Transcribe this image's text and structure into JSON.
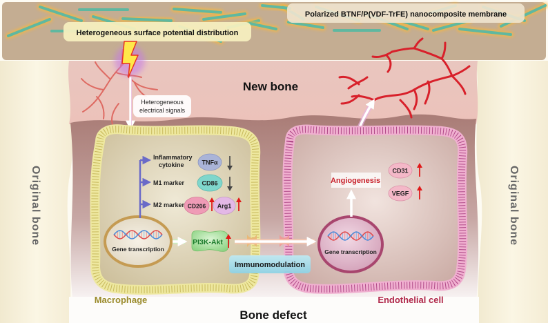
{
  "membrane": {
    "title": "Polarized BTNF/P(VDF-TrFE) nanocomposite membrane",
    "surface_label": "Heterogeneous surface potential distribution",
    "fiber_color": "#5fb8a0",
    "glow_color": "#ffb830"
  },
  "regions": {
    "new_bone": "New bone",
    "bone_defect": "Bone defect",
    "original_bone_left": "Original bone",
    "original_bone_right": "Original bone"
  },
  "signals": {
    "electrical": [
      "Heterogeneous",
      "electrical signals"
    ]
  },
  "macrophage": {
    "name": "Macrophage",
    "name_color": "#9a8a2a",
    "markers": [
      {
        "category": [
          "Inflammatory",
          "cytokine"
        ],
        "items": [
          {
            "name": "TNFα",
            "trend": "down",
            "color": "#aab4d8"
          }
        ]
      },
      {
        "category": [
          "M1 marker"
        ],
        "items": [
          {
            "name": "CD86",
            "trend": "down",
            "color": "#7fd6cc"
          }
        ]
      },
      {
        "category": [
          "M2 marker"
        ],
        "items": [
          {
            "name": "CD206",
            "trend": "up",
            "color": "#ef9bb6"
          },
          {
            "name": "Arg1",
            "trend": "up",
            "color": "#e3b8e6"
          }
        ]
      }
    ],
    "nucleus_label": "Gene transcription",
    "pathway": "PI3K-Akt",
    "pathway_trend": "up"
  },
  "crosstalk": {
    "label": "Immunomodulation"
  },
  "endothelial": {
    "name": "Endothelial cell",
    "name_color": "#b0284a",
    "nucleus_label": "Gene transcription",
    "process": "Angiogenesis",
    "process_color": "#c8202a",
    "markers": [
      {
        "name": "CD31",
        "trend": "up"
      },
      {
        "name": "VEGF",
        "trend": "up"
      }
    ]
  },
  "colors": {
    "up_arrow": "#e01818",
    "down_arrow": "#444444",
    "vessel": "#d8202a",
    "branch_line": "#6a6ac8"
  }
}
